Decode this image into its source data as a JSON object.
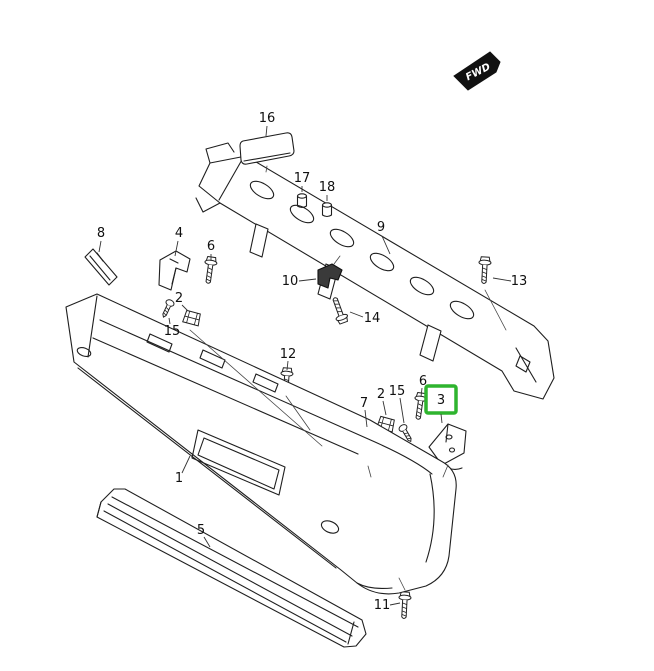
{
  "fwd": {
    "label": "FWD"
  },
  "colors": {
    "line": "#1f1f1f",
    "background": "#ffffff",
    "highlight": "#2eb42e"
  },
  "highlight": {
    "part_number": "3"
  },
  "labels": {
    "p1": "1",
    "p2_left": "2",
    "p2_right": "2",
    "p3": "3",
    "p4": "4",
    "p5": "5",
    "p6_left": "6",
    "p6_right": "6",
    "p7": "7",
    "p8": "8",
    "p9": "9",
    "p10": "10",
    "p11": "11",
    "p12": "12",
    "p13": "13",
    "p14": "14",
    "p15_left": "15",
    "p15_right": "15",
    "p16": "16",
    "p17": "17",
    "p18": "18"
  }
}
